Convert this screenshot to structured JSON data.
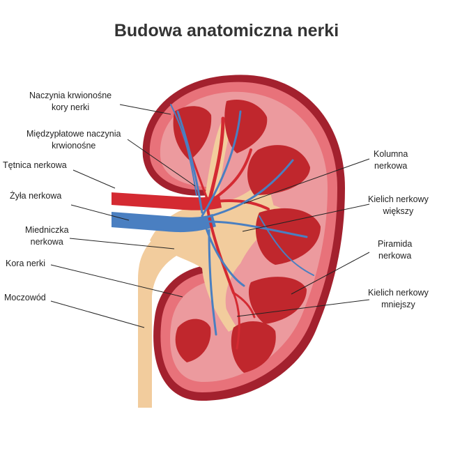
{
  "title": "Budowa anatomiczna nerki",
  "labels": {
    "cortical_vessels": [
      "Naczynia krwionośne",
      "kory nerki"
    ],
    "interlobar_vessels": [
      "Międzypłatowe naczynia",
      "krwionośne"
    ],
    "renal_artery": [
      "Tętnica nerkowa"
    ],
    "renal_vein": [
      "Żyła nerkowa"
    ],
    "renal_pelvis": [
      "Miedniczka",
      "nerkowa"
    ],
    "renal_cortex": [
      "Kora nerki"
    ],
    "ureter": [
      "Moczowód"
    ],
    "renal_column": [
      "Kolumna",
      "nerkowa"
    ],
    "major_calyx": [
      "Kielich nerkowy",
      "większy"
    ],
    "renal_pyramid": [
      "Piramida",
      "nerkowa"
    ],
    "minor_calyx": [
      "Kielich nerkowy",
      "mniejszy"
    ]
  },
  "colors": {
    "capsule": "#a3212e",
    "cortex": "#e8727a",
    "medulla_bg": "#ec9a9e",
    "pyramid": "#c0272d",
    "pelvis": "#f2cc9d",
    "artery": "#d42a32",
    "vein": "#4a7fc1"
  }
}
